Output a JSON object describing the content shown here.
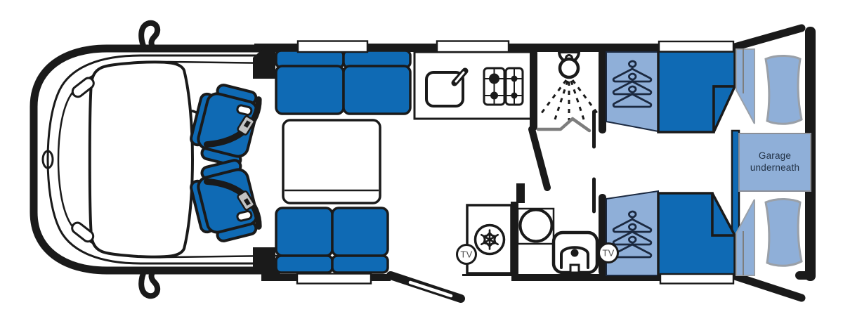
{
  "diagram": {
    "type": "motorhome-floorplan-top-view",
    "labels": {
      "garage_line1": "Garage",
      "garage_line2": "underneath",
      "tv_lounge": "TV",
      "tv_bedroom": "TV"
    },
    "colors": {
      "upholstery": "#0f6ab4",
      "soft_furnishing": "#8fafd8",
      "outline": "#1a1a1a",
      "detail_gray": "#7d7d7d",
      "label_text": "#223246",
      "tv_text": "#4d4d4d",
      "buckle_gray": "#c2c2c2",
      "hanger_navy": "#1b2940",
      "pillow_outline": "#9aa0a8"
    },
    "icons": [
      "mirror-icon",
      "seatbelt-icon",
      "sink-icon",
      "tap-icon",
      "hob-icon",
      "shower-head-icon",
      "spray-icon",
      "hanger-icon",
      "snowflake-icon",
      "tv-icon",
      "toilet-icon",
      "washbasin-icon"
    ],
    "areas": [
      "cab",
      "swivel-seats",
      "lounge-sofas",
      "table",
      "kitchen",
      "entry-door",
      "shower-room",
      "washroom",
      "fridge",
      "wardrobes",
      "twin-single-beds",
      "garage-underneath"
    ]
  }
}
